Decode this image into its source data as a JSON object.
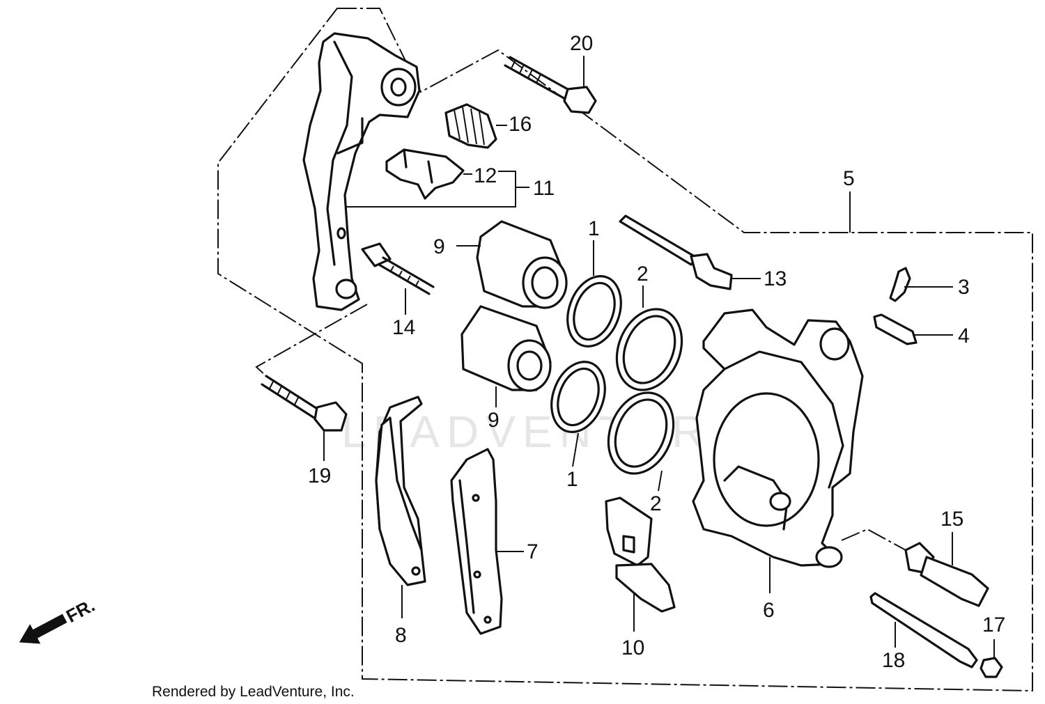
{
  "watermark": "LEADVENTURE",
  "credit": "Rendered by LeadVenture, Inc.",
  "direction_label": "FR.",
  "callouts": {
    "c20": "20",
    "c16": "16",
    "c12": "12",
    "c11": "11",
    "c5": "5",
    "c9a": "9",
    "c1a": "1",
    "c2a": "2",
    "c13": "13",
    "c3": "3",
    "c4": "4",
    "c14": "14",
    "c9b": "9",
    "c1b": "1",
    "c2b": "2",
    "c19": "19",
    "c15": "15",
    "c7": "7",
    "c6": "6",
    "c8": "8",
    "c10": "10",
    "c17": "17",
    "c18": "18"
  }
}
